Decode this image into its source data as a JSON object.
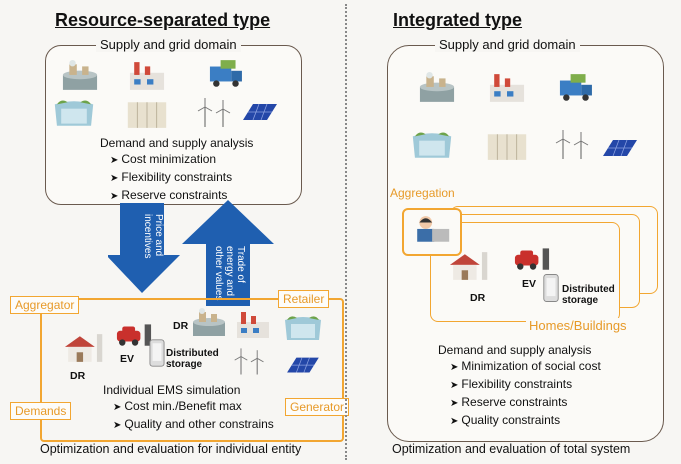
{
  "left": {
    "title": "Resource-separated type",
    "domain_label": "Supply and grid domain",
    "analysis_title": "Demand and supply analysis",
    "analysis_items": [
      "Cost minimization",
      "Flexibility constraints",
      "Reserve constraints"
    ],
    "arrow_down_text": "Price and incentives",
    "arrow_up_text": "Trade of energy and other values",
    "tags": {
      "aggregator": "Aggregator",
      "retailer": "Retailer",
      "demands": "Demands",
      "generator": "Generator"
    },
    "dr": "DR",
    "ev": "EV",
    "storage": "Distributed storage",
    "ems_title": "Individual EMS simulation",
    "ems_items": [
      "Cost min./Benefit max",
      "Quality and other constrains"
    ],
    "footer": "Optimization and evaluation for individual entity"
  },
  "right": {
    "title": "Integrated type",
    "domain_label": "Supply and grid domain",
    "aggregation": "Aggregation",
    "dr": "DR",
    "ev": "EV",
    "storage": "Distributed storage",
    "homes": "Homes/Buildings",
    "analysis_title": "Demand and supply analysis",
    "analysis_items": [
      "Minimization of social cost",
      "Flexibility constraints",
      "Reserve constraints",
      "Quality constraints"
    ],
    "footer": "Optimization and evaluation of total system"
  },
  "colors": {
    "accent_orange": "#f2a631",
    "arrow_blue": "#1f5fb0",
    "frame_brown": "#6a5a4e"
  },
  "icons": [
    "power-plant-icon",
    "factory-icon",
    "truck-icon",
    "dam-icon",
    "battery-rack-icon",
    "wind-turbine-icon",
    "solar-panel-icon",
    "house-icon",
    "ev-charger-icon",
    "storage-cell-icon",
    "operator-icon"
  ]
}
